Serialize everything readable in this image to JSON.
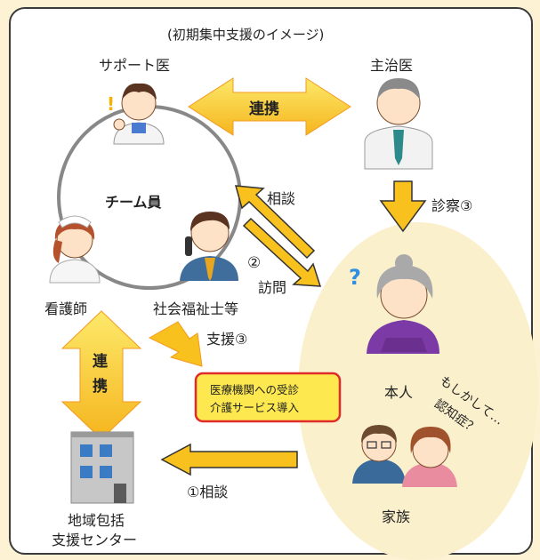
{
  "title": "(初期集中支援のイメージ)",
  "people": {
    "support_doctor": "サポート医",
    "attending_doctor": "主治医",
    "team": "チーム員",
    "nurse": "看護師",
    "social_worker": "社会福祉士等",
    "patient": "本人",
    "family": "家族",
    "center_line1": "地域包括",
    "center_line2": "支援センター"
  },
  "arrows": {
    "top_link": "連携",
    "left_link_1": "連",
    "left_link_2": "携",
    "consult": "相談",
    "visit_num": "②",
    "visit": "訪問",
    "exam": "診察③",
    "support": "支援③",
    "consult_family": "①相談"
  },
  "box": {
    "line1": "医療機関への受診",
    "line2": "介護サービス導入"
  },
  "thought": {
    "line1": "もしかして…",
    "line2": "認知症？"
  },
  "question_mark": "?",
  "exclamation_mark": "!",
  "colors": {
    "arrow_fill": "#f8c11e",
    "arrow_edge": "#f39a1e",
    "box_fill": "#fde94f",
    "box_border": "#e02b2b",
    "patient_bg": "#fbf0cc",
    "question": "#2f8fe0"
  }
}
